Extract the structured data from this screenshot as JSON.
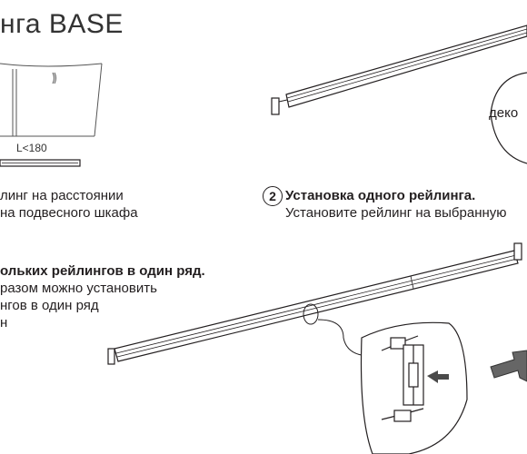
{
  "title": "нга  BASE",
  "dimension_label": "L<180",
  "step1": {
    "line1": "линг на расстоянии",
    "line2": "на подвесного шкафа"
  },
  "step2": {
    "number": "2",
    "heading": "Установка одного рейлинга.",
    "body": "Установите рейлинг на выбранную"
  },
  "step3": {
    "heading": "ольких рейлингов в один ряд.",
    "line1": "разом можно установить",
    "line2": "нгов в один ряд",
    "line3": "н"
  },
  "callout_label": "деко",
  "colors": {
    "line": "#231f20",
    "arrow": "#4a4a4a",
    "fill": "#e8e8e8"
  }
}
